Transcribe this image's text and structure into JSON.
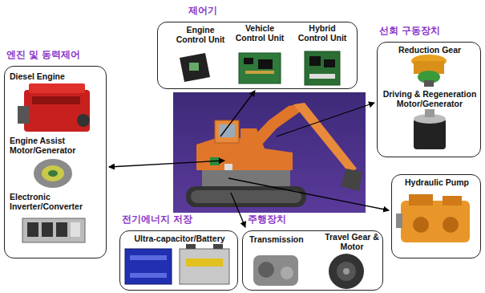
{
  "diagram": {
    "nodes": [
      {
        "text": [
          "엔진 및 동력제어",
          "Diesel Engine",
          "Engine Assist Motor/Generator",
          "Electronic Inverter/Converter"
        ]
      },
      {
        "text": [
          "제어기",
          "Engine Control Unit",
          "Vehicle Control Unit",
          "Hybrid Control Unit"
        ]
      },
      {
        "text": [
          "선회 구동장치",
          "Reduction Gear",
          "Driving & Regeneration Motor/Generator"
        ]
      },
      {
        "text": [
          "Hydraulic Pump"
        ]
      },
      {
        "text": [
          "전기에너지 저장",
          "Ultra-capacitor/Battery"
        ]
      },
      {
        "text": [
          "주행장치",
          "Transmission",
          "Travel Gear & Motor"
        ]
      }
    ]
  }
}
